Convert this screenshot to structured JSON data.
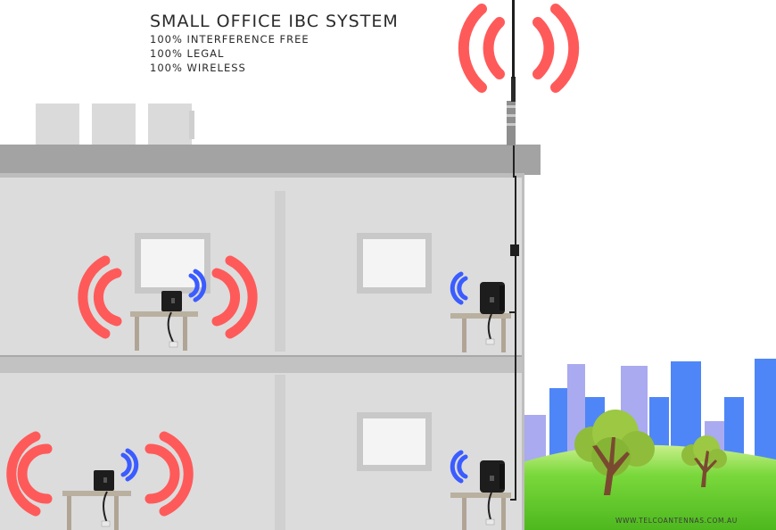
{
  "heading": {
    "title": "SMALL OFFICE IBC SYSTEM",
    "lines": [
      "100% INTERFERENCE FREE",
      "100% LEGAL",
      "100% WIRELESS"
    ]
  },
  "footer_url": "WWW.TELCOANTENNAS.COM.AU",
  "colors": {
    "signal_red": "#ff5a5a",
    "signal_blue": "#3b5cff",
    "wall": "#dcdcdc",
    "roof": "#a3a3a3",
    "floor_band": "#c2c2c2",
    "skyline_blue": "#4f86f7",
    "skyline_light": "#aaaaf0",
    "grass": "#7ad83c",
    "tree_leaves": "#8fbc3a",
    "tree_trunk": "#7a4a30",
    "device": "#1d1d1d"
  },
  "icons": {
    "outdoor_antenna": "roof-antenna-icon",
    "repeater": "repeater-device-icon",
    "signal": "signal-wave-icon",
    "tree": "tree-icon"
  }
}
